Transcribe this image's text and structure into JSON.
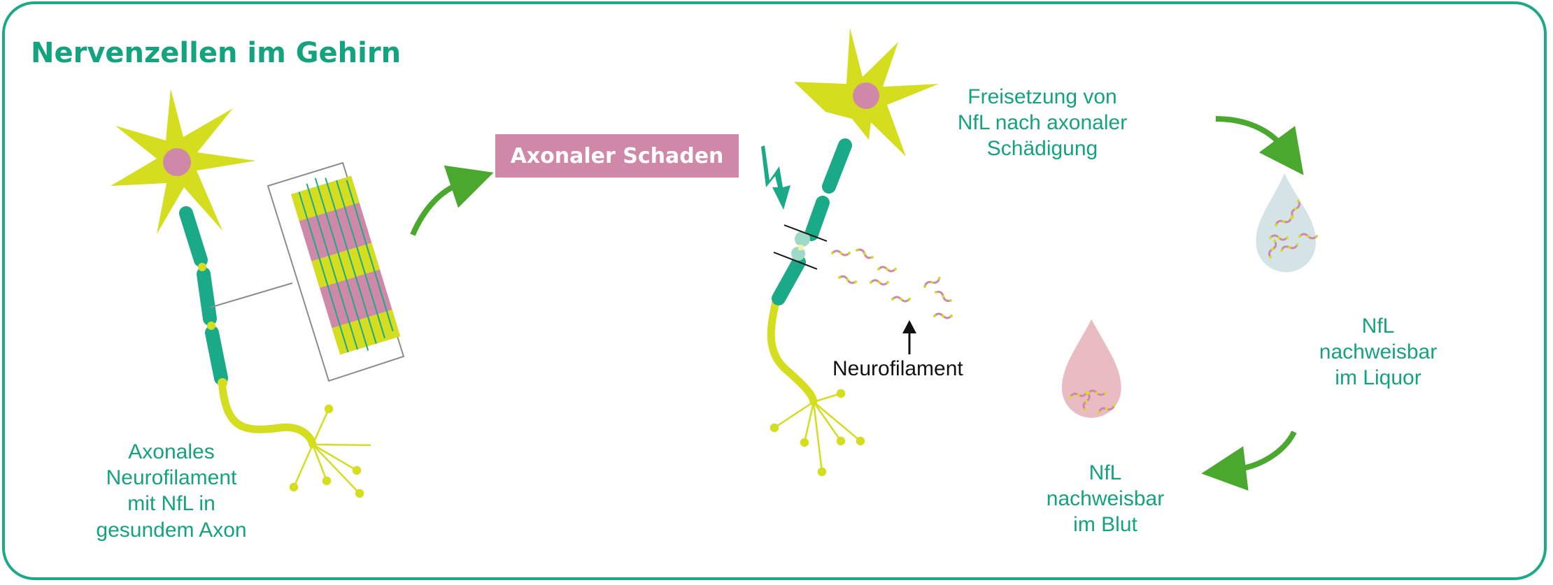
{
  "diagram": {
    "title": "Nervenzellen im Gehirn",
    "colors": {
      "accent_green": "#14a37f",
      "frame": "#1aaa88",
      "myelin": "#1aaa88",
      "neuron_body": "#d4de1e",
      "nucleus": "#cf88a8",
      "arrow_green": "#4aa82e",
      "badge_bg": "#cf88a8",
      "liquor_drop": "#d3e3e6",
      "blood_drop": "#e9bcc3"
    },
    "healthy_neuron": {
      "label_lines": [
        "Axonales",
        "Neurofilament",
        "mit NfL in",
        "gesundem Axon"
      ]
    },
    "damage_badge": {
      "label": "Axonaler Schaden"
    },
    "damaged_neuron": {
      "release_label_lines": [
        "Freisetzung von",
        "NfL nach axonaler",
        "Schädigung"
      ],
      "neurofilament_pointer_label": "Neurofilament"
    },
    "liquor": {
      "label_lines": [
        "NfL",
        "nachweisbar",
        "im Liquor"
      ]
    },
    "blood": {
      "label_lines": [
        "NfL",
        "nachweisbar",
        "im Blut"
      ]
    },
    "icons": {
      "lightning": "lightning-bolt-icon",
      "flow_arrows": "curved-arrow-icon",
      "pointer": "up-arrow-icon",
      "droplets": "droplet-icon"
    }
  }
}
